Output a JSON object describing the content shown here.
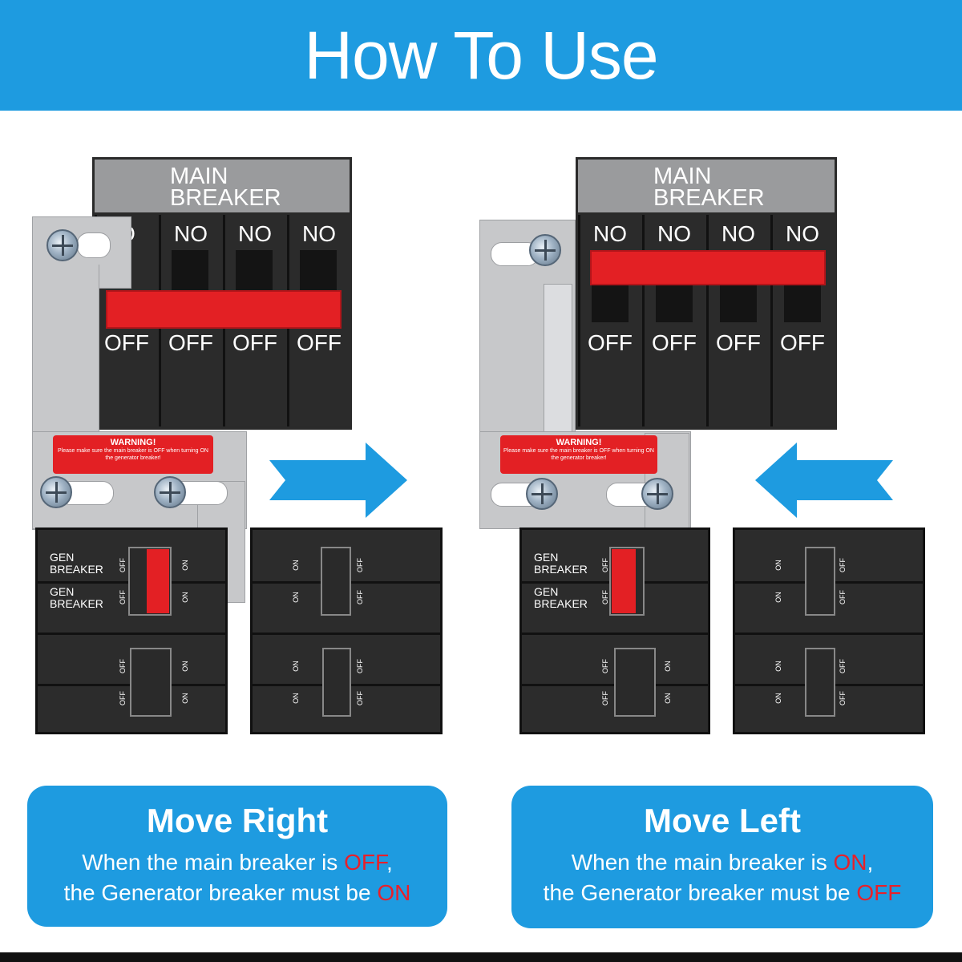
{
  "title": "How To Use",
  "left": {
    "main_breaker": [
      "MAIN",
      "BREAKER"
    ],
    "no_labels": [
      "O",
      "NO",
      "NO",
      "NO"
    ],
    "off_labels": [
      "OFF",
      "OFF",
      "OFF",
      "OFF"
    ],
    "warning_title": "WARNING!",
    "warning_text": "Please make sure the main breaker is OFF when turning ON the generator breaker!",
    "gen_breaker": [
      "GEN",
      "BREAKER"
    ],
    "tiny_off": "OFF",
    "tiny_on": "ON",
    "card_title": "Move Right",
    "line1_pre": "When the main breaker is ",
    "line1_hot": "OFF",
    "line1_post": ",",
    "line2_pre": "the Generator breaker must be ",
    "line2_hot": "ON"
  },
  "right": {
    "main_breaker": [
      "MAIN",
      "BREAKER"
    ],
    "no_labels": [
      "NO",
      "NO",
      "NO",
      "NO"
    ],
    "off_labels": [
      "OFF",
      "OFF",
      "OFF",
      "OFF"
    ],
    "warning_title": "WARNING!",
    "warning_text": "Please make sure the main breaker is OFF when turning ON the generator breaker!",
    "gen_breaker": [
      "GEN",
      "BREAKER"
    ],
    "card_title": "Move Left",
    "line1_pre": "When the main breaker is ",
    "line1_hot": "ON",
    "line1_post": ",",
    "line2_pre": "the Generator breaker must be ",
    "line2_hot": "OFF"
  },
  "colors": {
    "accent": "#1e9be0",
    "red": "#e32024",
    "panel": "#2b2b2b",
    "plate": "#c7c8ca"
  },
  "icons": {
    "left_arrow": "arrow-right-icon",
    "right_arrow": "arrow-left-icon",
    "screw": "screw-icon"
  }
}
